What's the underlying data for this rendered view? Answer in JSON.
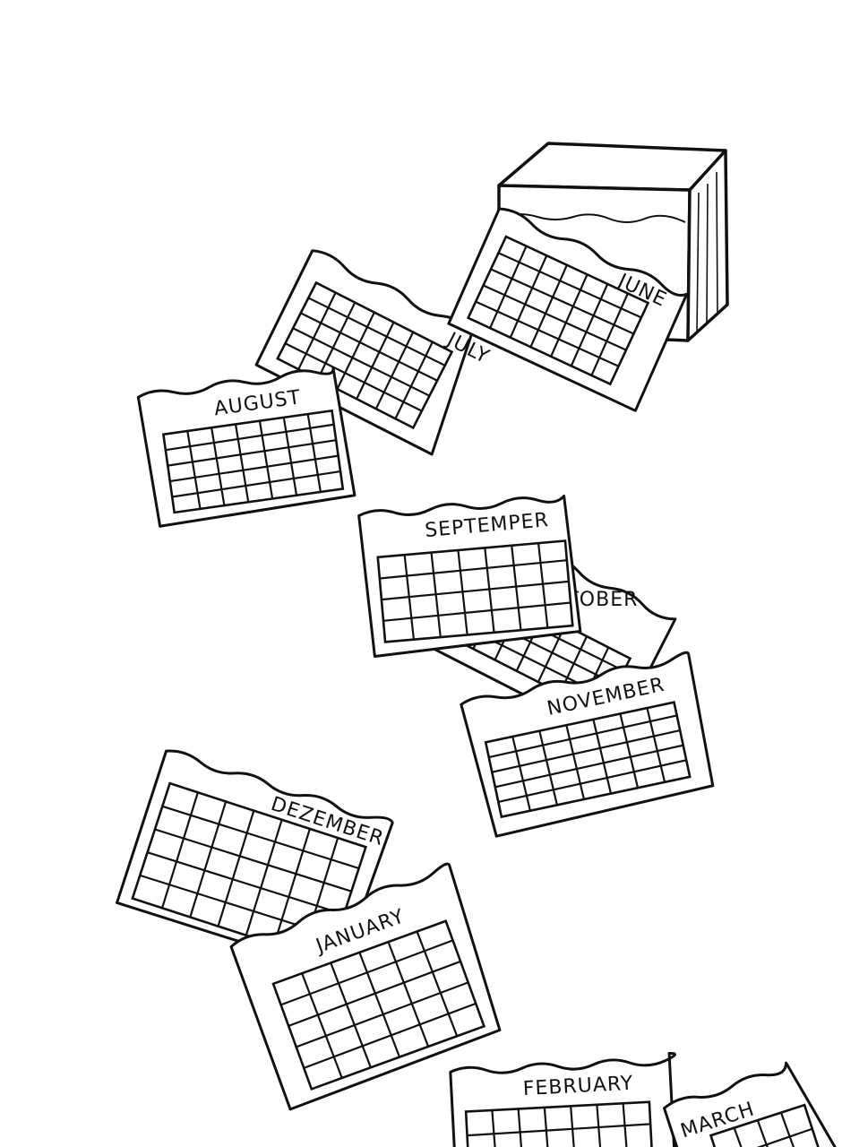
{
  "illustration": {
    "months": {
      "june": "JUNE",
      "july": "JULY",
      "august": "AUGUST",
      "september": "SEPTEMPER",
      "october": "TOBER",
      "november": "NOVEMBER",
      "dezember": "DEZEMBER",
      "january": "JANUARY",
      "february": "FEBRUARY",
      "march": "MARCH"
    },
    "colors": {
      "ink": "#111111",
      "paper": "#ffffff"
    }
  }
}
